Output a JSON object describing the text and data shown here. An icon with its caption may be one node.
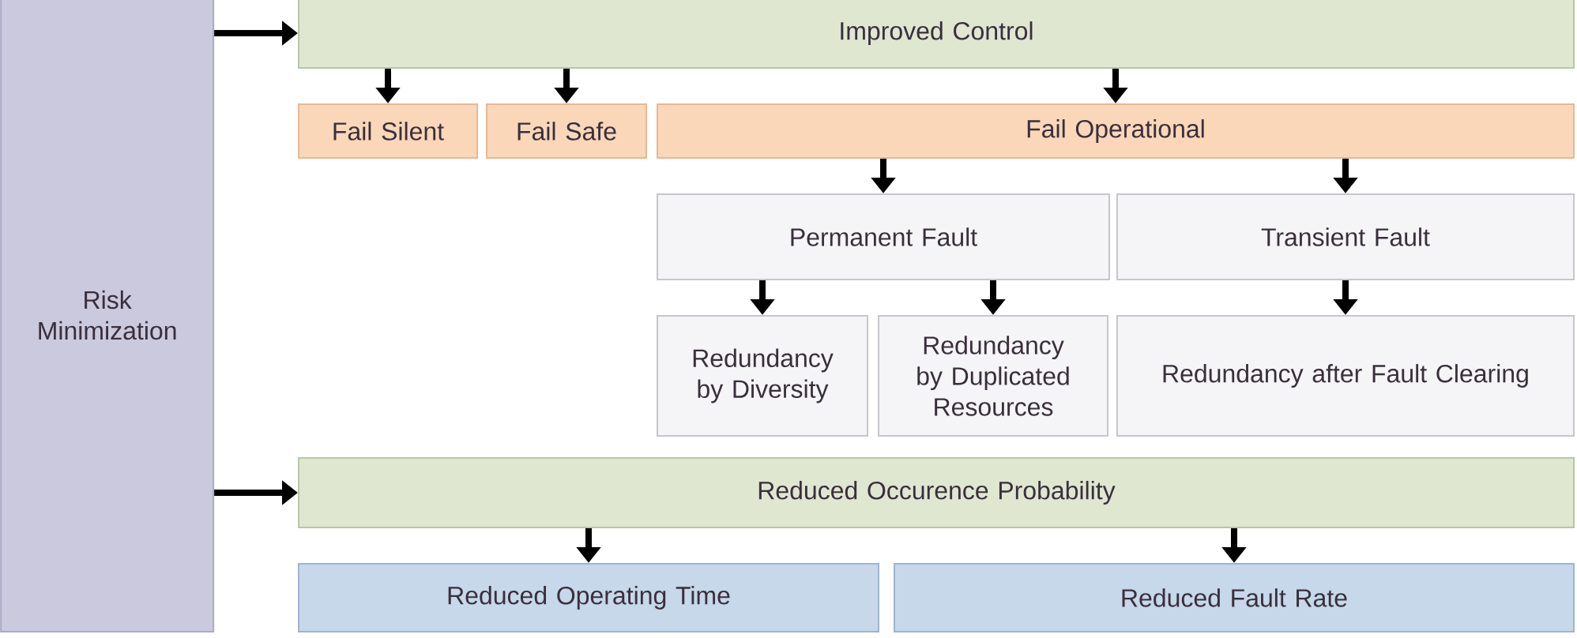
{
  "diagram": {
    "nodes": [
      {
        "text": [
          "Risk Minimization"
        ]
      },
      {
        "text": [
          "Improved Control"
        ]
      },
      {
        "text": [
          "Fail Silent"
        ]
      },
      {
        "text": [
          "Fail Safe"
        ]
      },
      {
        "text": [
          "Fail Operational"
        ]
      },
      {
        "text": [
          "Permanent Fault"
        ]
      },
      {
        "text": [
          "Transient Fault"
        ]
      },
      {
        "text": [
          "Redundancy by Diversity"
        ]
      },
      {
        "text": [
          "Redundancy by Duplicated Resources"
        ]
      },
      {
        "text": [
          "Redundancy after Fault Clearing"
        ]
      },
      {
        "text": [
          "Reduced Occurence Probability"
        ]
      },
      {
        "text": [
          "Reduced Operating Time"
        ]
      },
      {
        "text": [
          "Reduced Fault Rate"
        ]
      }
    ],
    "edges": [
      {
        "from": 0,
        "to": 1,
        "arrow": "to"
      },
      {
        "from": 1,
        "to": 2,
        "arrow": "to"
      },
      {
        "from": 1,
        "to": 3,
        "arrow": "to"
      },
      {
        "from": 1,
        "to": 4,
        "arrow": "to"
      },
      {
        "from": 4,
        "to": 5,
        "arrow": "to"
      },
      {
        "from": 4,
        "to": 6,
        "arrow": "to"
      },
      {
        "from": 5,
        "to": 7,
        "arrow": "to"
      },
      {
        "from": 5,
        "to": 8,
        "arrow": "to"
      },
      {
        "from": 6,
        "to": 9,
        "arrow": "to"
      },
      {
        "from": 0,
        "to": 10,
        "arrow": "to"
      },
      {
        "from": 10,
        "to": 11,
        "arrow": "to"
      },
      {
        "from": 10,
        "to": 12,
        "arrow": "to"
      }
    ]
  }
}
